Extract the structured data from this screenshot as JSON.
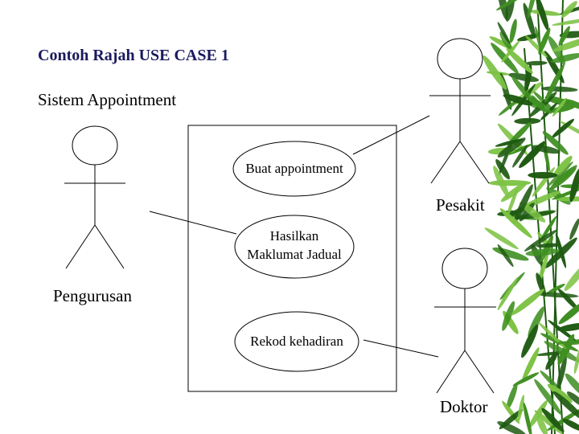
{
  "slide": {
    "title": "Contoh Rajah USE CASE 1",
    "subtitle": "Sistem Appointment"
  },
  "diagram": {
    "actors": {
      "pengurusan": "Pengurusan",
      "pesakit": "Pesakit",
      "doktor": "Doktor"
    },
    "use_cases": {
      "buat_appointment": "Buat appointment",
      "hasilkan_line1": "Hasilkan",
      "hasilkan_line2": "Maklumat Jadual",
      "rekod_kehadiran": "Rekod kehadiran"
    }
  },
  "colors": {
    "title": "#1a1a5e",
    "bamboo_dark": "#1f5a12",
    "bamboo_mid": "#3f8f22",
    "bamboo_light": "#7cc243"
  }
}
